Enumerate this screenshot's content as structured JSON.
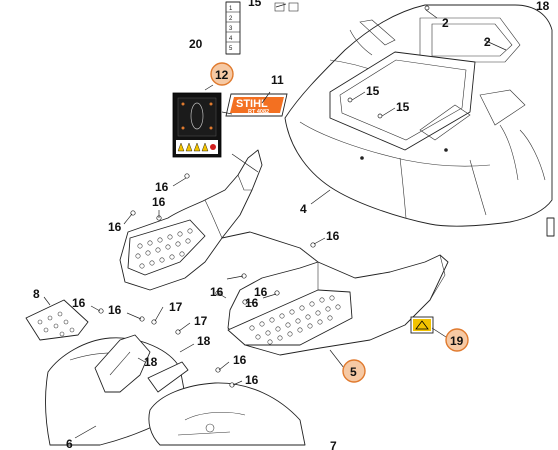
{
  "labels": {
    "l18": "18",
    "l2a": "2",
    "l2b": "2",
    "l15top": "15",
    "l20": "20",
    "l12": "12",
    "l11": "11",
    "l15a": "15",
    "l15b": "15",
    "l16a": "16",
    "l16b": "16",
    "l16c": "16",
    "l4": "4",
    "l16d": "16",
    "l8": "8",
    "l16e": "16",
    "l16f": "16",
    "l17a": "17",
    "l17b": "17",
    "l16g": "16",
    "l16h": "16",
    "l18b": "18",
    "l18c": "18",
    "l19": "19",
    "l5": "5",
    "l16i": "16",
    "l16j": "16",
    "l6": "6",
    "l7": "7",
    "l16k": "16"
  },
  "decal": {
    "brand": "STIHL",
    "model": "RT 4082"
  },
  "colors": {
    "highlight_fill": "#f6c9a4",
    "highlight_stroke": "#e07a2e",
    "brand_orange": "#f37021"
  },
  "icons": [
    "instruction-label-icon",
    "warning-decal-icon",
    "mower-model-plate"
  ]
}
